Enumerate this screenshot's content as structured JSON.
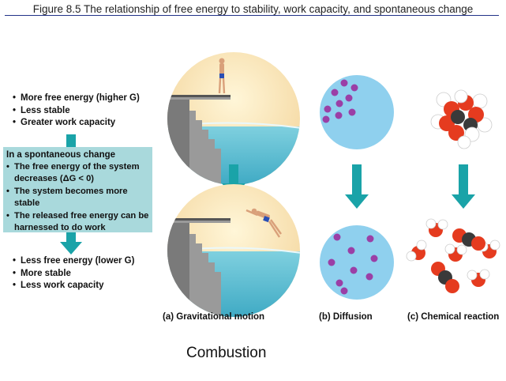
{
  "figure": {
    "title": "Figure 8.5  The relationship of free energy to stability, work capacity, and spontaneous change"
  },
  "top_bullets": [
    "More free energy (higher G)",
    "Less stable",
    "Greater work capacity"
  ],
  "center_box": {
    "heading": "In a spontaneous change",
    "bullets": [
      "The free energy of the system decreases (ΔG < 0)",
      "The system becomes more stable",
      "The released free energy can be harnessed to do work"
    ]
  },
  "bottom_bullets": [
    "Less free energy (lower G)",
    "More stable",
    "Less work capacity"
  ],
  "panels": {
    "a": "(a) Gravitational motion",
    "b": "(b) Diffusion",
    "c": "(c) Chemical reaction"
  },
  "sub_caption": "Combustion",
  "colors": {
    "box": "#a9d9dc",
    "arrow": "#1aa3a8",
    "sky": "#fbe8b8",
    "water": "#4fb8cf",
    "diffusion_bg": "#8fd0ee",
    "molecule": "#9b3fa6",
    "oxygen": "#e53b1f",
    "carbon": "#3a3a3a",
    "hydrogen": "#ffffff"
  }
}
